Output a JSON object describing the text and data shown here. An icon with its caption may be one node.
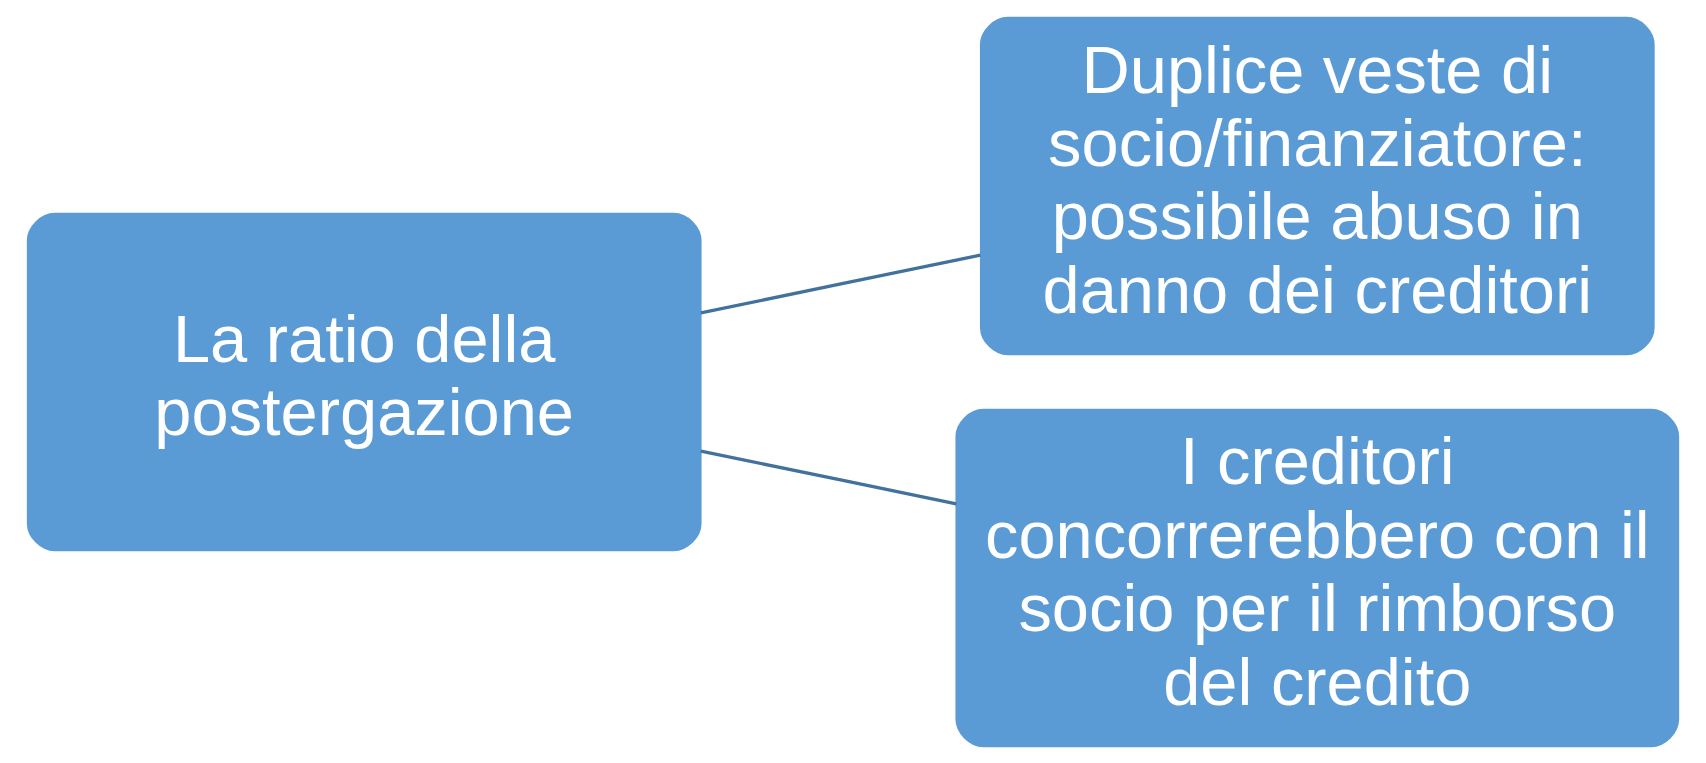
{
  "diagram": {
    "nodes": [
      {
        "text": [
          "La ratio della postergazione"
        ]
      },
      {
        "text": [
          "Duplice veste di socio/finanziatore: possibile abuso in danno dei creditori"
        ]
      },
      {
        "text": [
          "I creditori concorrerebbero con il socio per il rimborso del credito"
        ]
      }
    ],
    "edges": [
      {
        "from": 0,
        "to": 1,
        "arrow": "none"
      },
      {
        "from": 0,
        "to": 2,
        "arrow": "none"
      }
    ]
  }
}
